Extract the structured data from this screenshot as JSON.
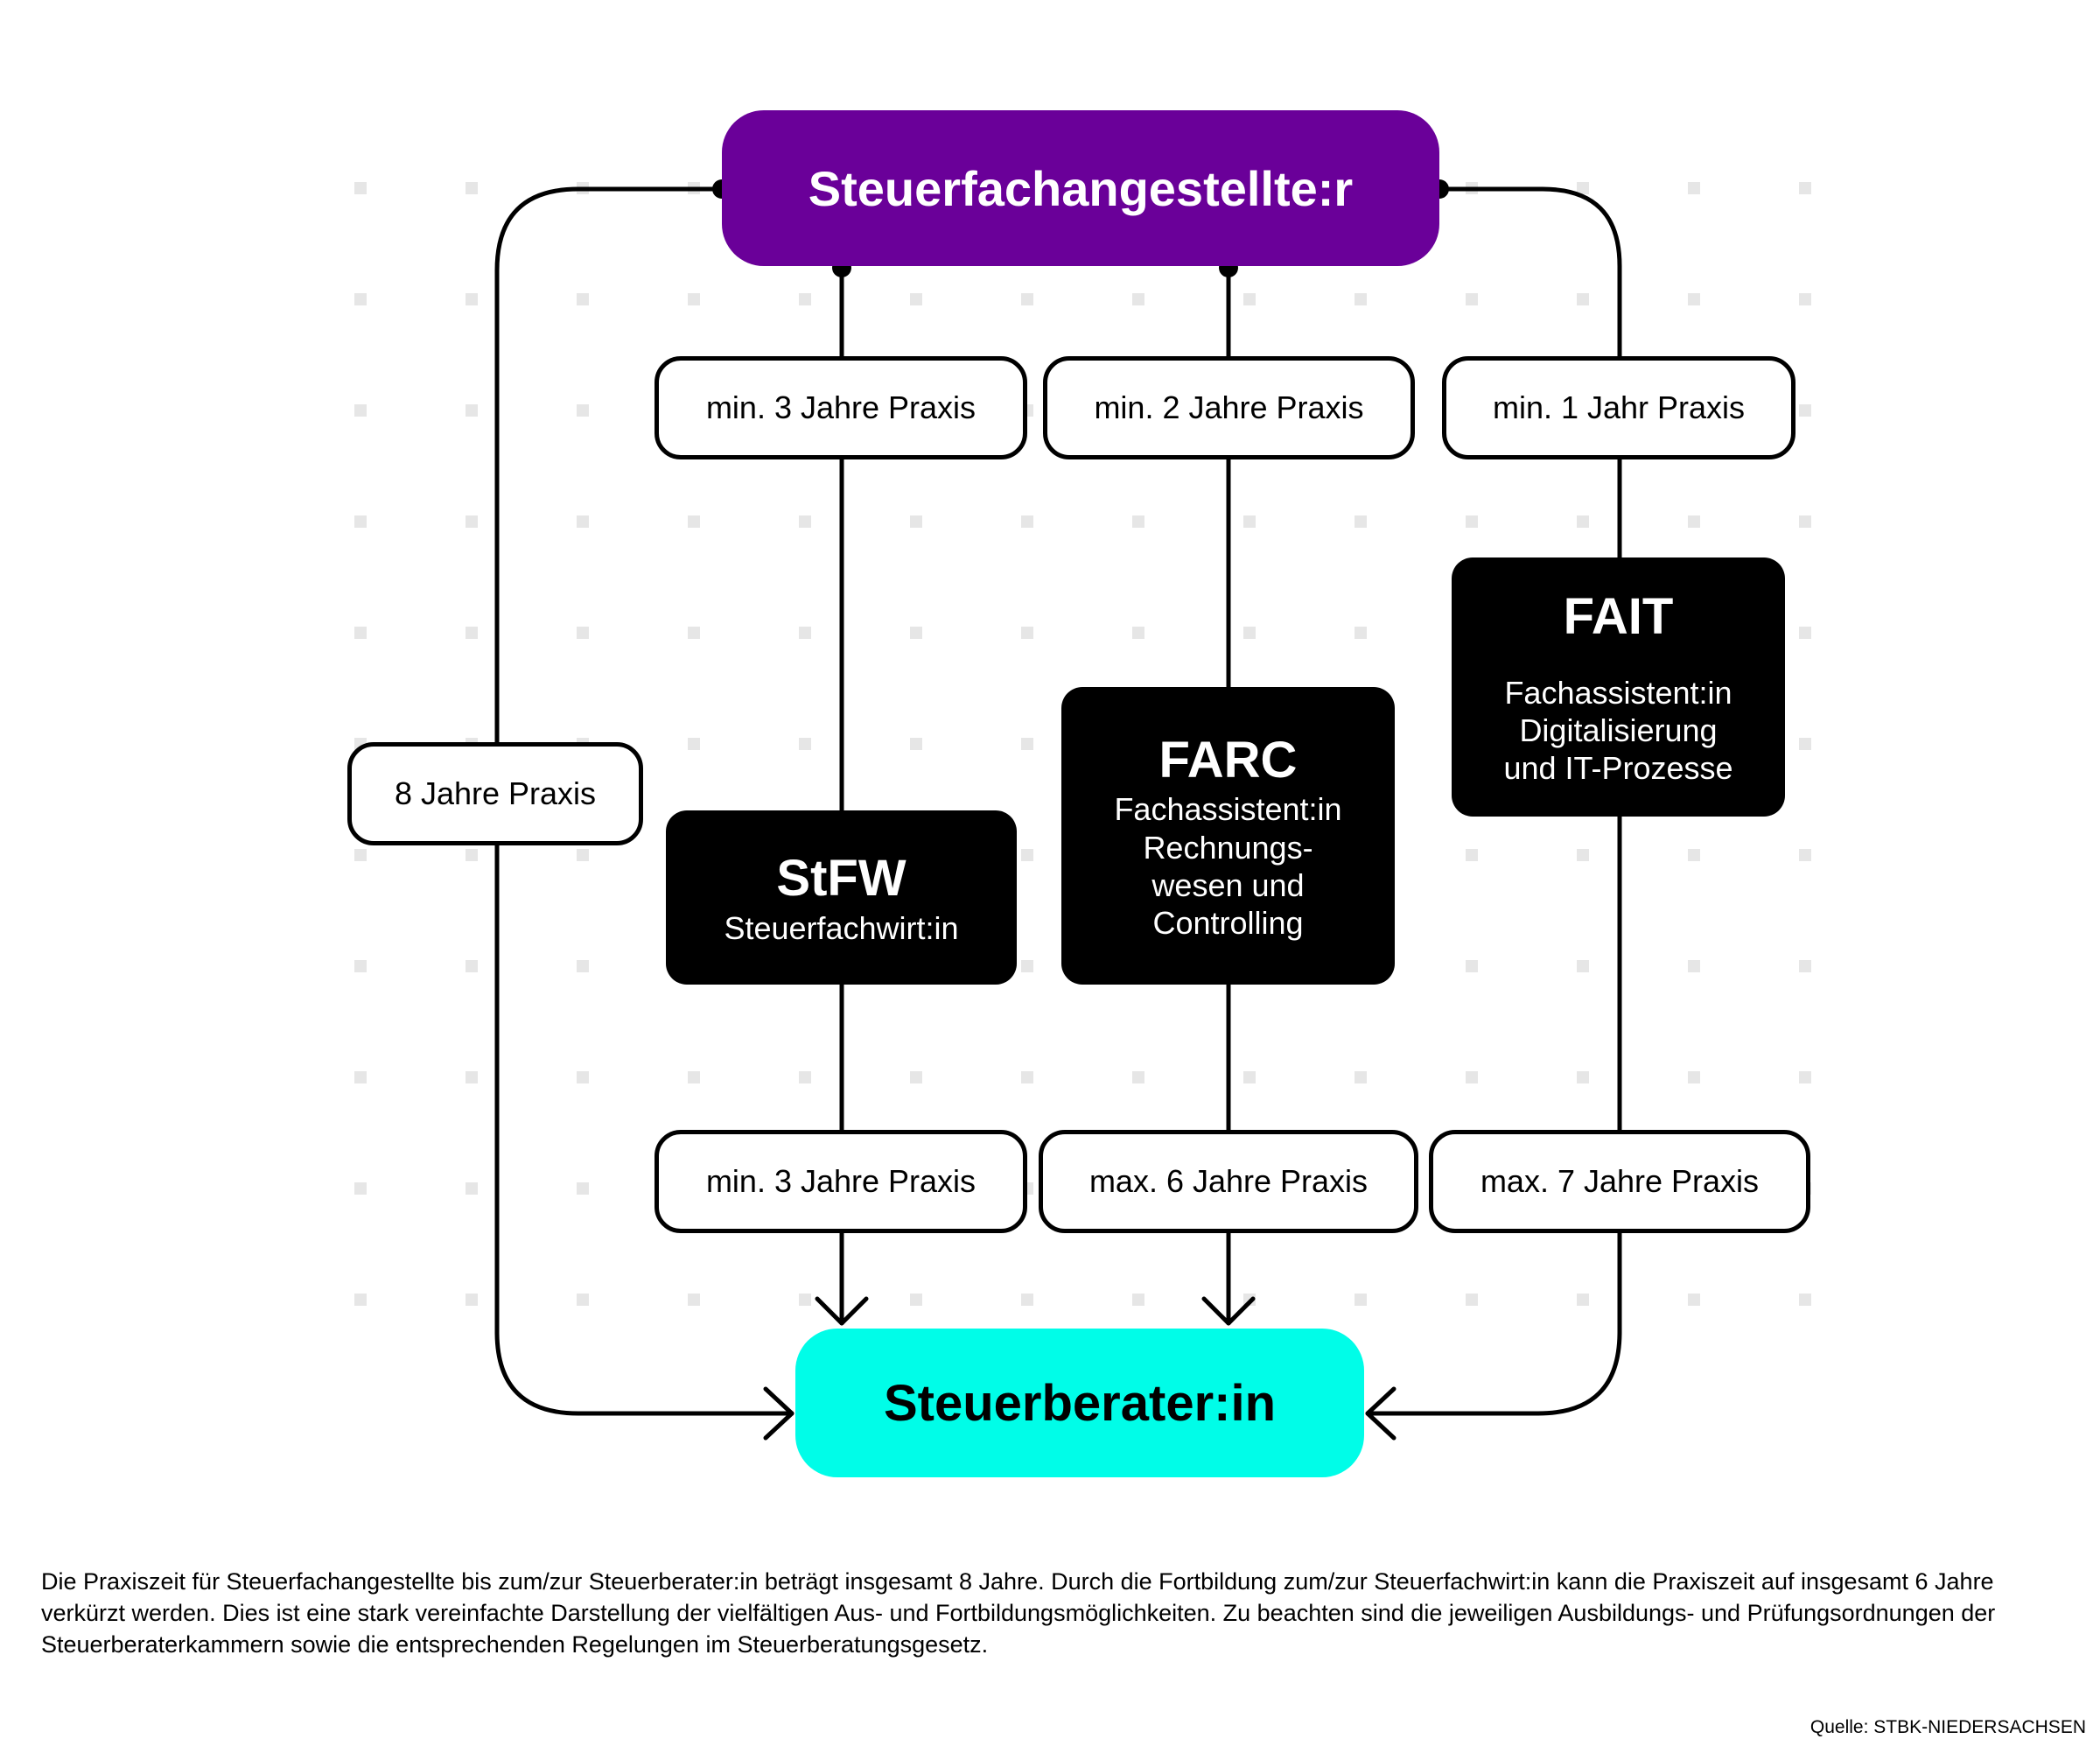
{
  "start_node": "Steuerfachangestellte:r",
  "end_node": "Steuerberater:in",
  "praxis_labels": {
    "direct": "8 Jahre Praxis",
    "stfw_before": "min. 3 Jahre Praxis",
    "farc_before": "min. 2 Jahre Praxis",
    "fait_before": "min. 1 Jahr Praxis",
    "stfw_after": "min. 3 Jahre Praxis",
    "farc_after": "max. 6 Jahre Praxis",
    "fait_after": "max. 7 Jahre Praxis"
  },
  "qualifications": {
    "stfw": {
      "title": "StFW",
      "lines": [
        "Steuerfachwirt:in"
      ]
    },
    "farc": {
      "title": "FARC",
      "lines": [
        "Fachassistent:in",
        "Rechnungs-",
        "wesen und",
        "Controlling"
      ]
    },
    "fait": {
      "title": "FAIT",
      "lines": [
        "Fachassistent:in",
        "Digitalisierung",
        "und IT-Prozesse"
      ]
    }
  },
  "caption": "Die Praxiszeit für Steuerfachangestellte bis zum/zur Steuerberater:in beträgt insgesamt 8 Jahre. Durch die Fortbildung zum/zur Steuerfachwirt:in kann die Praxiszeit auf insgesamt 6 Jahre verkürzt werden. Dies ist eine stark vereinfachte Darstellung der vielfältigen Aus- und Fortbildungsmöglichkeiten. Zu beachten sind die jeweiligen Ausbildungs- und Prüfungsordnungen der Steuerberaterkammern sowie die entsprechenden Regelungen im Steuerberatungsgesetz.",
  "source": "Quelle: STBK-NIEDERSACHSEN"
}
